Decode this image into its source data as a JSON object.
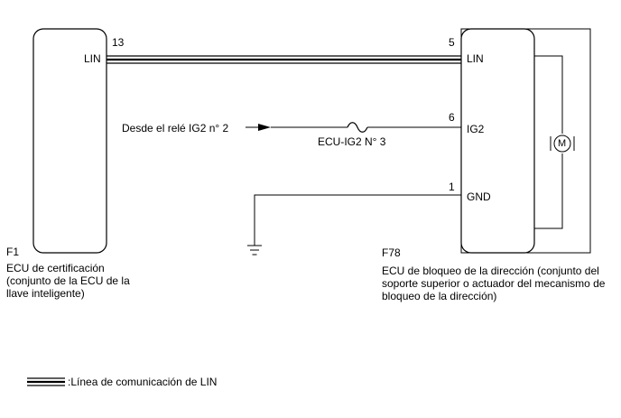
{
  "left_component": {
    "code": "F1",
    "description": "ECU de certificación (conjunto de la ECU de la llave inteligente)",
    "pin_lin_name": "LIN",
    "pin_lin_number": "13"
  },
  "right_component": {
    "code": "F78",
    "description": "ECU de bloqueo de la dirección (conjunto del soporte superior o actuador del mecanismo de bloqueo de la dirección)",
    "pin_lin_name": "LIN",
    "pin_lin_number": "5",
    "pin_ig2_name": "IG2",
    "pin_ig2_number": "6",
    "pin_gnd_name": "GND",
    "pin_gnd_number": "1",
    "motor_symbol": "M"
  },
  "power_source": "Desde el relé IG2 n° 2",
  "fuse_label": "ECU-IG2 N° 3",
  "legend": {
    "lin_line": ":Línea de comunicación de LIN"
  }
}
